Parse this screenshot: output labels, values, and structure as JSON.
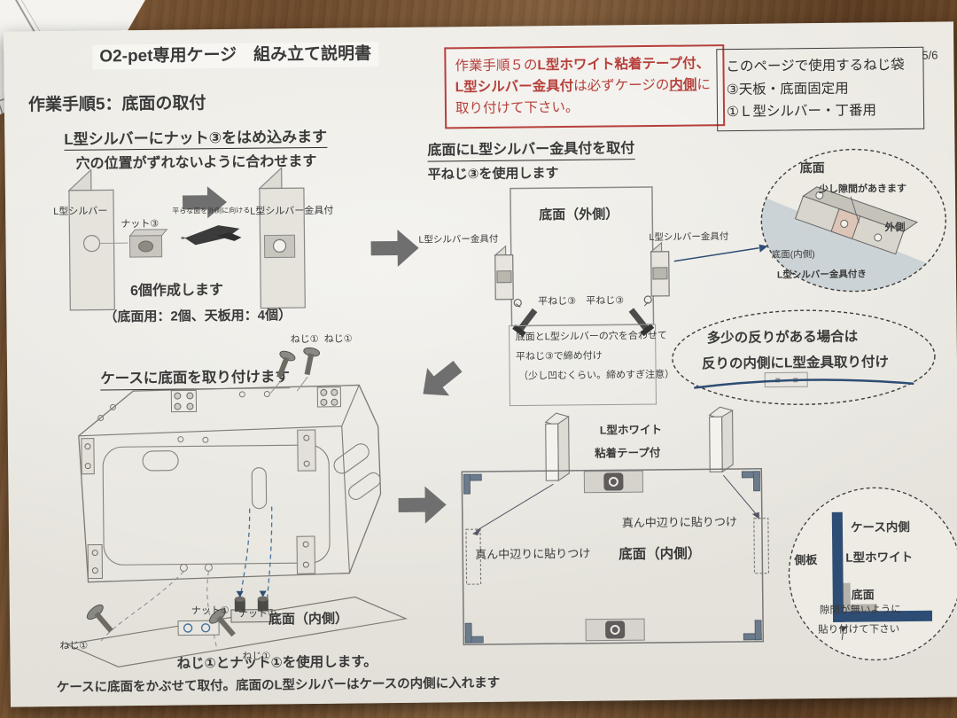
{
  "page": {
    "number": "5/6"
  },
  "doc": {
    "title": "O2-pet専用ケージ　組み立て説明書"
  },
  "warning": {
    "l1a": "作業手順５の",
    "l1b": "L型ホワイト粘着テープ付、",
    "l2a": "L型シルバー金具付",
    "l2b": "は必ずケージの",
    "l2c": "内側",
    "l2d": "に",
    "l3": "取り付けて下さい。"
  },
  "screw_bag": {
    "title": "このページで使用するねじ袋",
    "item1": "③天板・底面固定用",
    "item2": "①Ｌ型シルバー・丁番用"
  },
  "step": {
    "heading": "作業手順5：底面の取付"
  },
  "nut_section": {
    "heading": "L型シルバーにナット③をはめ込みます",
    "subheading": "穴の位置がずれないように合わせます",
    "label_l_silver": "L型シルバー",
    "label_nut": "ナット③",
    "note_flat": "平らな面を外側に向ける",
    "label_l_silver_fitted": "L型シルバー金具付",
    "make_count": "6個作成します",
    "make_detail": "（底面用：2個、天板用：4個）"
  },
  "bottom_outside": {
    "heading": "底面にL型シルバー金具付を取付",
    "subheading": "平ねじ③を使用します",
    "panel_label": "底面（外側）",
    "bracket_left": "L型シルバー金具付",
    "bracket_right": "L型シルバー金具付",
    "screw_left": "平ねじ③",
    "screw_right": "平ねじ③",
    "note1": "底面とL型シルバーの穴を合わせて",
    "note2": "平ねじ③で締め付け",
    "note3": "（少し凹むくらい。締めすぎ注意）"
  },
  "gap_detail": {
    "panel": "底面",
    "gap": "少し隙間があきます",
    "outside": "外側",
    "inside": "底面(内側)",
    "bracket": "L型シルバー金具付き"
  },
  "warp_note": {
    "line1": "多少の反りがある場合は",
    "line2": "反りの内側にL型金具取り付け"
  },
  "case_section": {
    "heading": "ケースに底面を取り付けます",
    "screw_top1": "ねじ①",
    "screw_top2": "ねじ①",
    "nut1": "ナット①",
    "nut2": "ナット①",
    "panel": "底面（内側）",
    "screw_bottom1": "ねじ①",
    "screw_bottom2": "ねじ①",
    "use_note": "ねじ①とナット①を使用します。",
    "footer": "ケースに底面をかぶせて取付。底面のL型シルバーはケースの内側に入れます"
  },
  "white_l_section": {
    "label1": "L型ホワイト",
    "label2": "粘着テープ付",
    "paste_left": "真ん中辺りに貼りつけ",
    "paste_right": "真ん中辺りに貼りつけ",
    "panel": "底面（内側）"
  },
  "corner_detail": {
    "case_inside": "ケース内側",
    "side_panel": "側板",
    "white_l": "L型ホワイト",
    "bottom": "底面",
    "note1": "隙間が無いように",
    "note2": "貼り付けて下さい"
  },
  "colors": {
    "warning_red": "#b6403c",
    "diagram_blue": "#2e4d74",
    "arrow_gray": "#6f6f6f"
  }
}
